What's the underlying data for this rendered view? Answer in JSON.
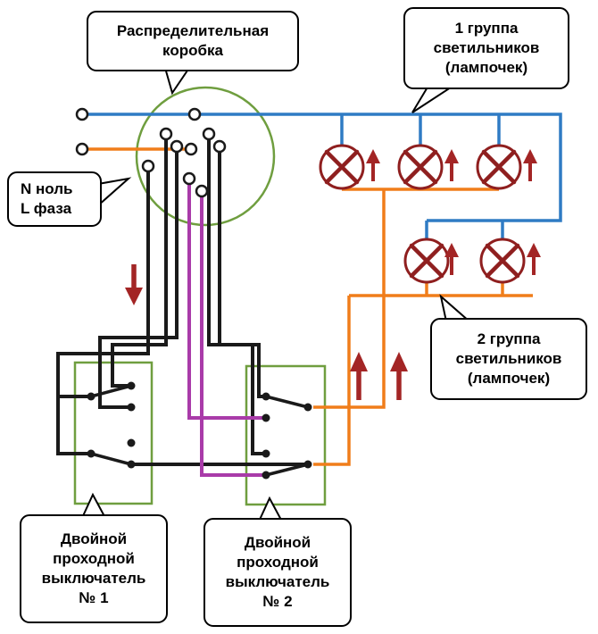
{
  "diagram": {
    "junction_box_label": [
      "Распределительная",
      "коробка"
    ],
    "group1_label": [
      "1 группа",
      "светильников",
      "(лампочек)"
    ],
    "group2_label": [
      "2 группа",
      "светильников",
      "(лампочек)"
    ],
    "supply_label": [
      "N ноль",
      "L фаза"
    ],
    "switch1_label": [
      "Двойной",
      "проходной",
      "выключатель",
      "№ 1"
    ],
    "switch2_label": [
      "Двойной",
      "проходной",
      "выключатель",
      "№ 2"
    ],
    "lamp_counts": {
      "group1": 3,
      "group2": 2
    },
    "colors": {
      "neutral_blue": "#2f7bc4",
      "phase_orange": "#f07d1a",
      "traveler_purple": "#a93ba9",
      "wire_black": "#1a1a1a",
      "lamp_red": "#8f1f1f",
      "arrow_red": "#a32525",
      "enclosure_green": "#6f9e3f"
    }
  }
}
